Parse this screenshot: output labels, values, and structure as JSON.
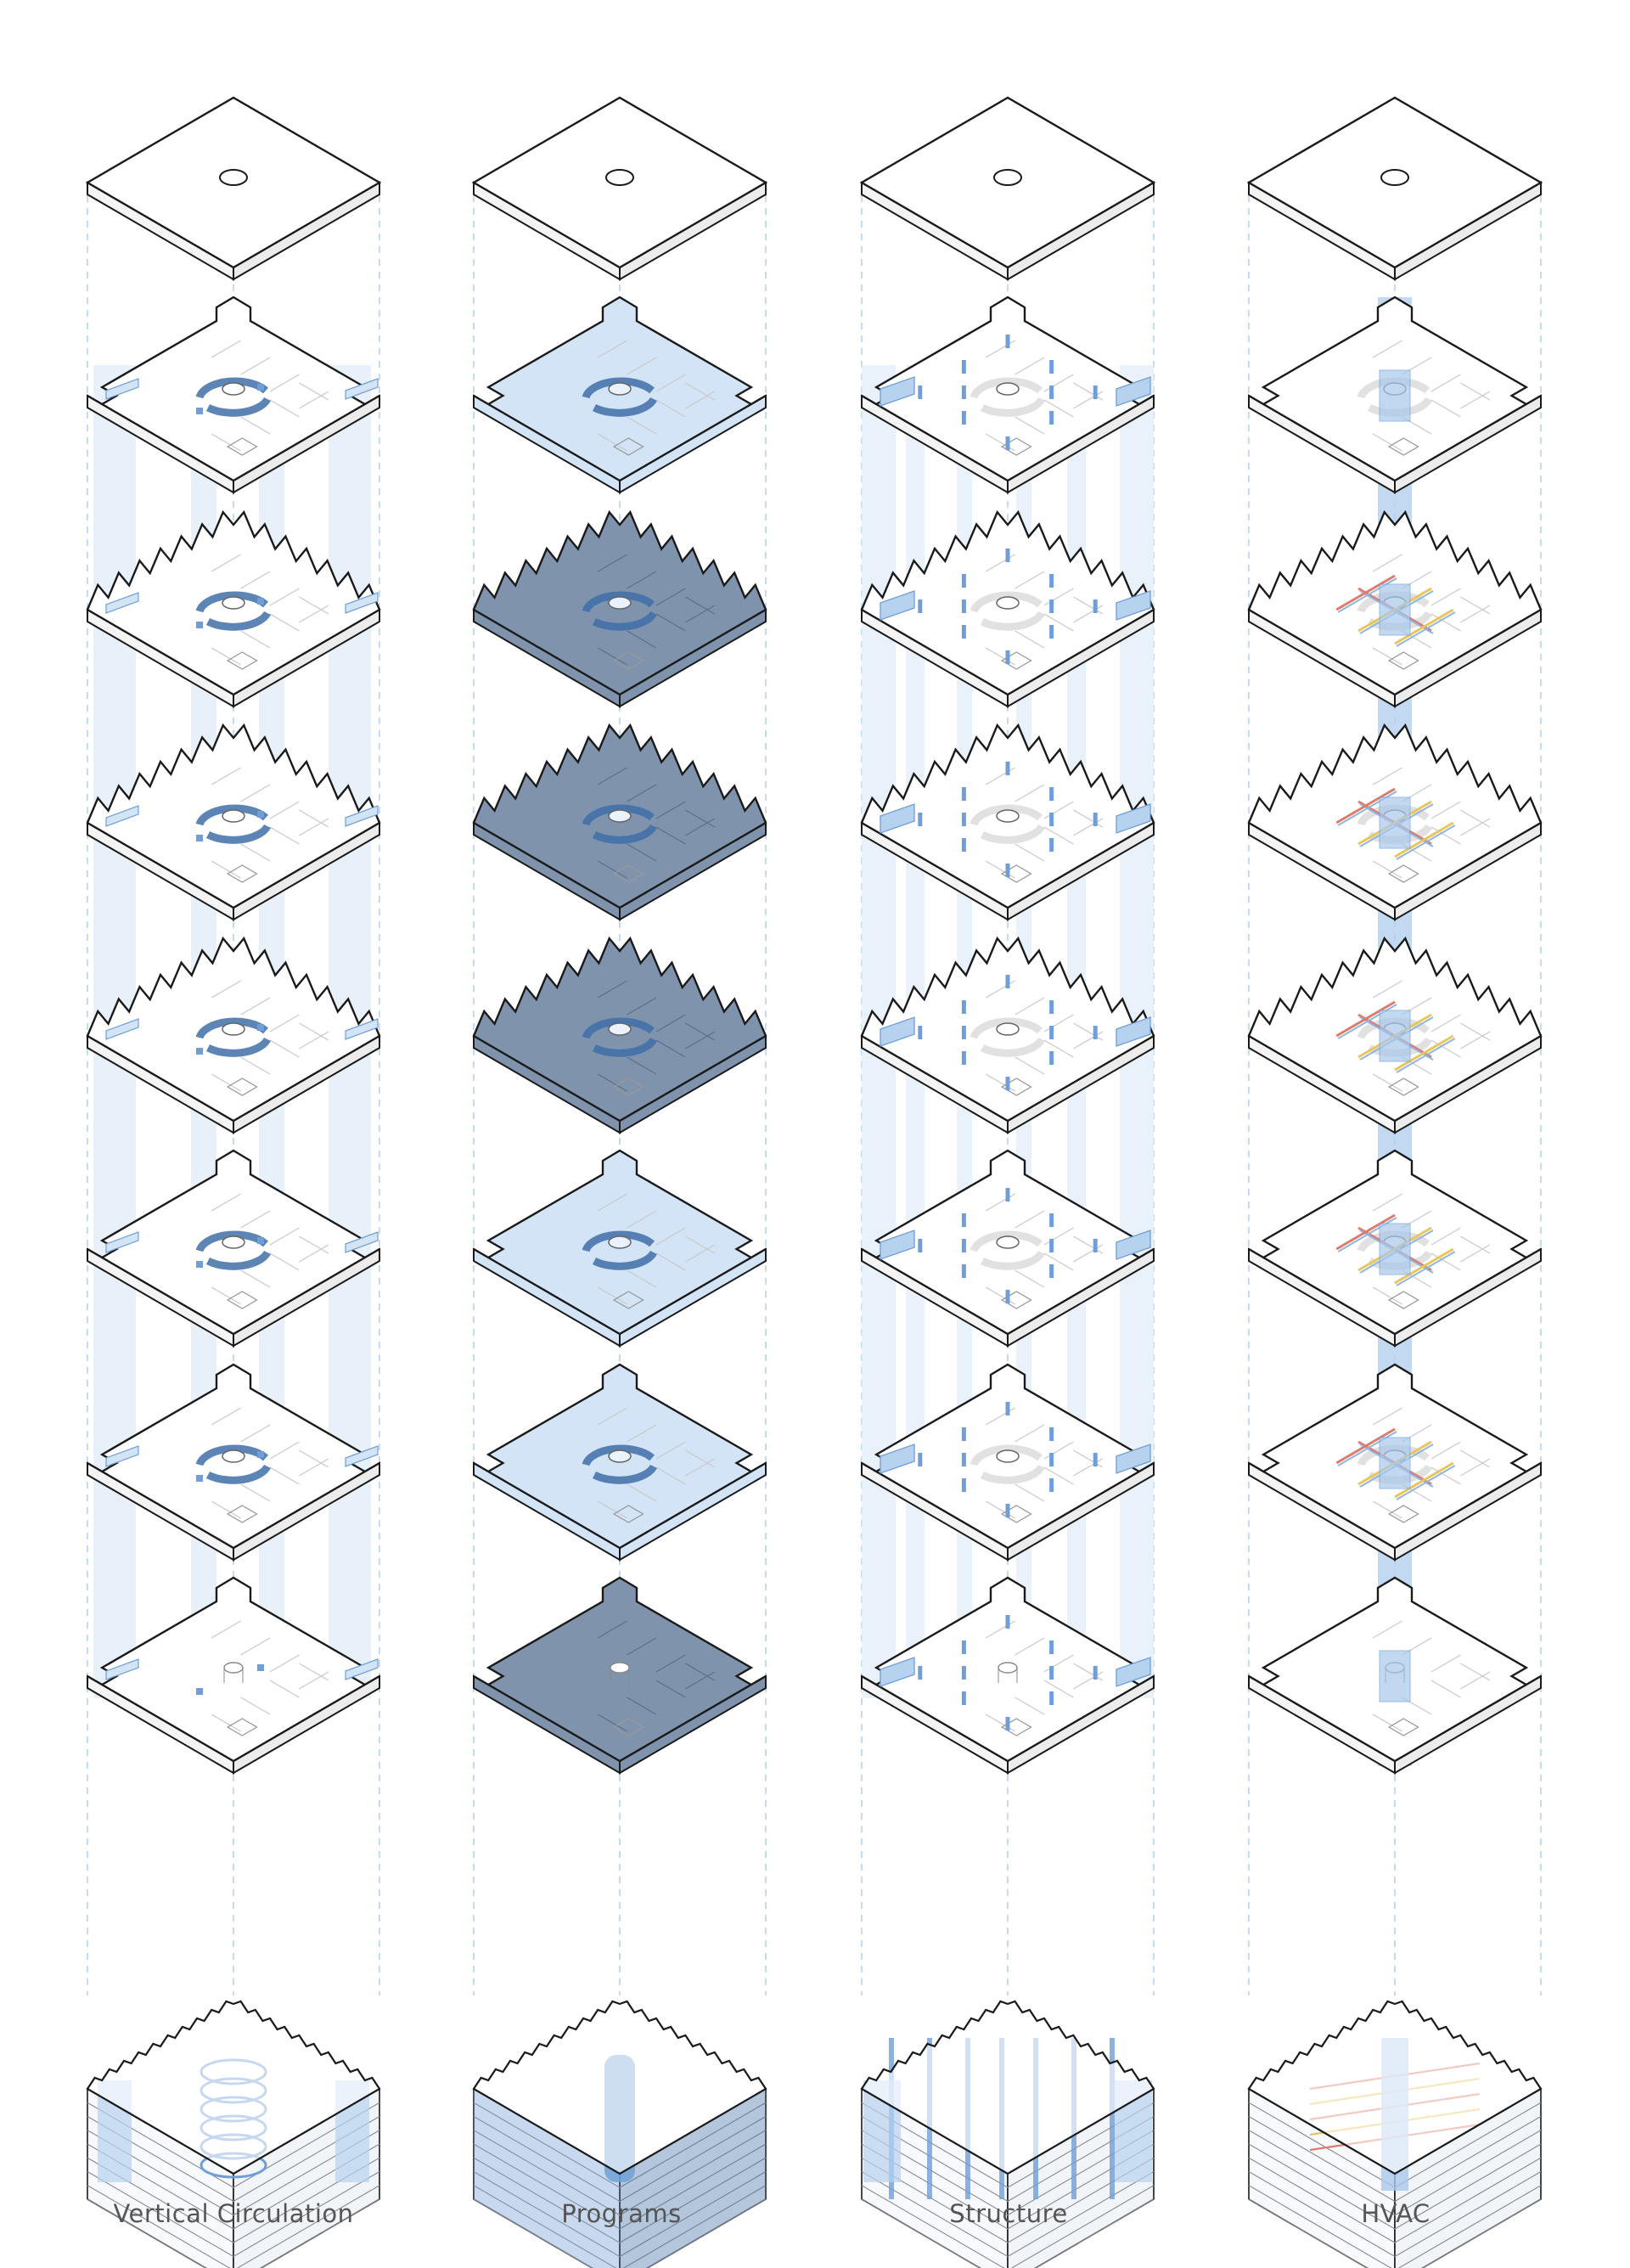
{
  "columns": [
    {
      "id": "vertical-circulation",
      "label": "Vertical Circulation",
      "mode": "circulation"
    },
    {
      "id": "programs",
      "label": "Programs",
      "mode": "programs"
    },
    {
      "id": "structure",
      "label": "Structure",
      "mode": "structure"
    },
    {
      "id": "hvac",
      "label": "HVAC",
      "mode": "hvac"
    }
  ],
  "floors": [
    {
      "id": "roof",
      "kind": "roof"
    },
    {
      "id": "level-7",
      "kind": "notch"
    },
    {
      "id": "level-6",
      "kind": "zigzag"
    },
    {
      "id": "level-5",
      "kind": "zigzag"
    },
    {
      "id": "level-4",
      "kind": "zigzag"
    },
    {
      "id": "level-3",
      "kind": "notch"
    },
    {
      "id": "level-2",
      "kind": "notch"
    },
    {
      "id": "level-1",
      "kind": "notch"
    }
  ],
  "program_fills": [
    "light",
    "dark",
    "dark",
    "dark",
    "light",
    "light",
    "dark"
  ],
  "colors": {
    "outline": "#1a1a1a",
    "interior_line": "#c9c9c9",
    "accent_blue": "#6f9fd6",
    "light_blue_fill": "#d3e4f6",
    "pale_blue_band": "#e4eff9",
    "dark_program_fill": "#7f93ad",
    "dashed_guide": "#9cc6e8",
    "hvac_duct_red": "#e07a6a",
    "hvac_duct_yellow": "#e8c65a",
    "label_gray": "#555555"
  }
}
